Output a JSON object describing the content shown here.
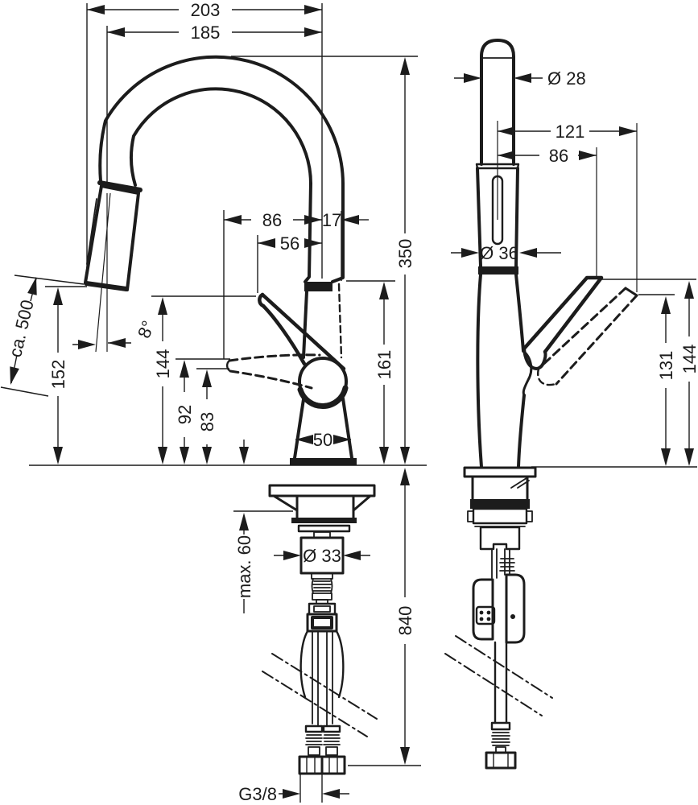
{
  "drawing": {
    "kind": "faucet-installation-dimension-drawing",
    "units": "mm",
    "colors": {
      "ink": "#1c1c1c",
      "background": "#ffffff"
    }
  },
  "views": {
    "side": {
      "reach_total": "203",
      "reach_spout": "185",
      "head_offset": "86",
      "spout_tip_offset": "17",
      "handle_offset": "56",
      "height_spout_top": "350",
      "height_outlet": "161",
      "pullout_hose": "ca. 500",
      "height_head": "152",
      "spray_angle": "8°",
      "handle_up_height": "144",
      "handle_down_top": "92",
      "handle_down_bottom": "83",
      "base_width": "50",
      "max_counter_thickness": "max. 60",
      "shank_diameter": "Ø 33",
      "hose_length": "840",
      "thread_size": "G3/8"
    },
    "front": {
      "spout_diameter": "Ø 28",
      "handle_swing_reach": "121",
      "handle_reach": "86",
      "head_diameter": "Ø 36",
      "handle_down_height": "131",
      "handle_up_height": "144"
    }
  }
}
